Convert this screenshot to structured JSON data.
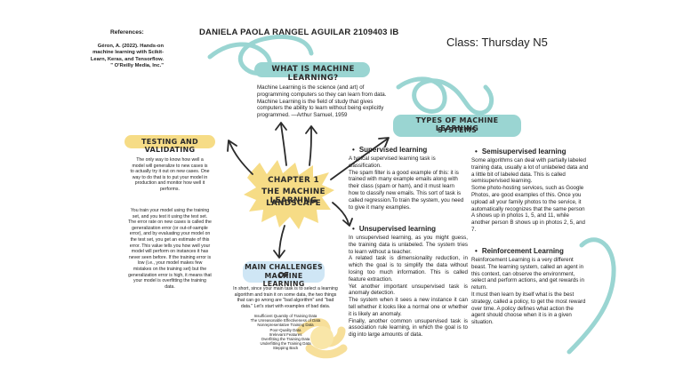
{
  "references": {
    "title": "References:",
    "citation": "Géron, A. (2022). Hands-on machine learning with Scikit-Learn, Keras, and Tensorflow. \" O'Reilly Media, Inc.\""
  },
  "header": {
    "author": "DANIELA PAOLA RANGEL AGUILAR 2109403 IB",
    "class": "Class: Thursday N5"
  },
  "center": {
    "line1": "CHAPTER 1",
    "line2": "THE MACHINE LEARNING",
    "line3": "LANDSCAPE"
  },
  "what_is": {
    "title": "WHAT IS MACHINE LEARNING?",
    "text": " Machine Learning is the science (and art) of programming computers so they can learn from data.\n Machine Learning is the field of study that gives computers the ability to learn without being explicitly programmed. —Arthur Samuel, 1959"
  },
  "testing": {
    "title": "TESTING AND VALIDATING",
    "p1": "The only way to know how well a model will generalize to new cases is to actually try it out on new cases. One way to do that is to put your model in production and monitor how well it performs.",
    "p2": "You train your model using the training set, and you test it using the test set. The error rate on new cases is called the generalization error (or out-of-sample error), and by evaluating your model on the test set, you get an estimate of this error. This value tells you how well your model will perform on instances it has never seen before. If the training error is low (i.e., your model makes few mistakes on the training set) but the generalization error is high, it means that your model is overfitting the training data."
  },
  "challenges": {
    "title_line1": "MAIN CHALLENGES OF",
    "title_line2": "MACHINE LEARNING",
    "intro": "In short, since your main task is to select a learning algorithm and train it on some data, the two things that can go wrong are \"bad algorithm\" and \"bad data.\" Let's start with examples of bad data.",
    "items": [
      "Insufficient Quantity of Training Data",
      "The Unreasonable Effectiveness of Data",
      "Nonrepresentative Training Data",
      "Poor-Quality Data",
      "Irrelevant Features",
      "Overfitting the Training Data",
      "Underfitting the Training Data",
      "Stepping Back"
    ]
  },
  "types": {
    "title_line1": "TYPES OF MACHINE LEARNING",
    "title_line2": "SYSTEMS",
    "supervised": {
      "title": "Supervised learning",
      "text": "A typical supervised learning task is classification.\nThe spam filter is a good example of this: it is trained with many example emails along with their class (spam or ham), and it must learn how to classify new emails.  This sort of task is called regression.To train the system, you need to give it many examples."
    },
    "unsupervised": {
      "title": "Unsupervised learning",
      "text": "In unsupervised learning, as you might guess, the training data is unlabeled. The system tries to learn without a teacher.\nA related task is dimensionality reduction, in which the goal is to simplify the data without losing too much information.  This is called feature extraction.\nYet another important unsupervised task is anomaly detection.\nThe system when it sees a new instance it can tell whether it looks like a normal one or whether it is likely an anomaly.\nFinally, another common unsupervised task is association rule learning, in which the goal is to dig into large amounts of data."
    },
    "semisupervised": {
      "title": "Semisupervised learning",
      "text": "Some algorithms can deal with partially labeled training data, usually a lot of unlabeled data and a little bit of labeled data. This is called semisupervised learning.\nSome photo-hosting services, such as Google Photos, are good examples of this. Once you upload all your family photos to the service, it automatically recognizes that the same person A shows up in photos 1, 5, and 11, while another person B shows up in photos 2, 5, and 7."
    },
    "reinforcement": {
      "title": "Reinforcement Learning",
      "text": "Reinforcement Learning is a very different beast. The learning system, called an agent in this context, can observe the environment, select and perform actions, and get rewards in return.\nIt must then learn by itself what is the best strategy, called a policy, to get the most reward over time. A policy defines what action the agent should choose when it is in a given situation."
    }
  },
  "colors": {
    "yellow": "#f6dc86",
    "teal": "#9ad5d2",
    "blue_pill": "#cfe6f5",
    "arrow": "#2b2b2b"
  }
}
